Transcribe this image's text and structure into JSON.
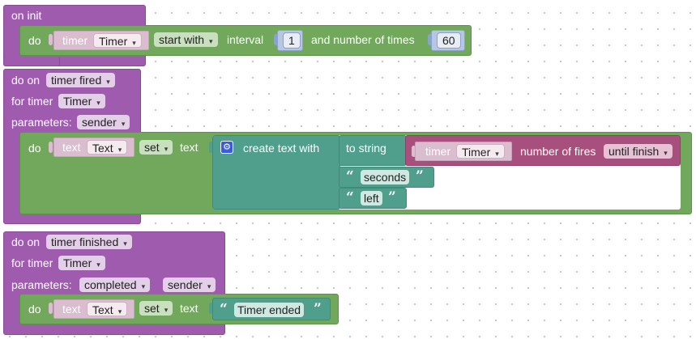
{
  "init": {
    "header": "on init",
    "do": "do",
    "timer_label": "timer",
    "timer_value": "Timer",
    "action_value": "start with",
    "interval_label": "interval",
    "interval_value": "1",
    "times_label": "and number of times",
    "times_value": "60"
  },
  "fired": {
    "header": "do on",
    "event_value": "timer fired",
    "for_label": "for timer",
    "for_value": "Timer",
    "params_label": "parameters:",
    "param_sender": "sender",
    "do": "do",
    "text_label": "text",
    "text_value": "Text",
    "set_value": "set",
    "prop_label": "text",
    "create_label": "create text with",
    "to_string_label": "to string",
    "inner_timer_label": "timer",
    "inner_timer_value": "Timer",
    "fires_label": "number of fires",
    "until_value": "until finish",
    "seconds_string": "seconds",
    "left_string": "left"
  },
  "finished": {
    "header": "do on",
    "event_value": "timer finished",
    "for_label": "for timer",
    "for_value": "Timer",
    "params_label": "parameters:",
    "param_completed": "completed",
    "param_sender": "sender",
    "do": "do",
    "text_label": "text",
    "text_value": "Text",
    "set_value": "set",
    "prop_label": "text",
    "ended_string": "Timer ended"
  },
  "icons": {
    "dropdown_arrow": "▾",
    "quote_open": "“",
    "quote_close": "”",
    "gear": "⚙"
  },
  "colors": {
    "event_block": "#9f5cae",
    "timer_block": "#71a85b",
    "text_block": "#4f9f8c",
    "pink_block": "#a8507d"
  }
}
